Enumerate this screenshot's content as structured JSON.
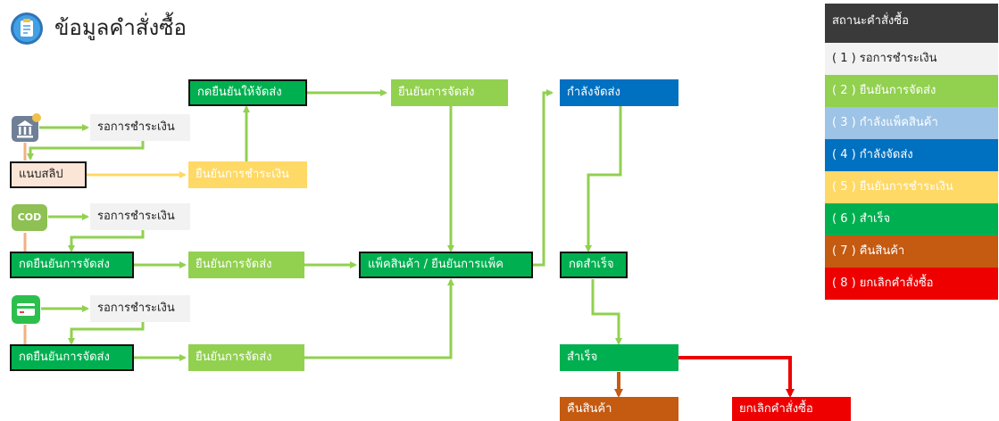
{
  "header": {
    "title": "ข้อมูลคำสั่งซื้อ",
    "icon": "clipboard-icon"
  },
  "sources": {
    "bank": "bank-transfer-icon",
    "cod": "COD",
    "card": "credit-card-icon"
  },
  "nodes": {
    "confirm_send_bank": "กดยืนยันให้จัดส่ง",
    "shipping_confirmed_top": "ยืนยันการจัดส่ง",
    "shipping_status": "กำลังจัดส่ง",
    "pending_payment_1": "รอการชำระเงิน",
    "attach_slip": "แนบสลิป",
    "payment_confirmed": "ยืนยันการชำระเงิน",
    "pending_payment_2": "รอการชำระเงิน",
    "confirm_ship_cod": "กดยืนยันการจัดส่ง",
    "shipping_confirmed_cod": "ยืนยันการจัดส่ง",
    "pack": "แพ็คสินค้า / ยืนยันการแพ็ค",
    "press_success": "กดสำเร็จ",
    "pending_payment_3": "รอการชำระเงิน",
    "confirm_ship_card": "กดยืนยันการจัดส่ง",
    "shipping_confirmed_card": "ยืนยันการจัดส่ง",
    "success": "สำเร็จ",
    "returned": "คืนสินค้า",
    "cancelled": "ยกเลิกคำสั่งซื้อ"
  },
  "legend": {
    "title": "สถานะคำสั่งซื้อ",
    "items": [
      {
        "label": "( 1 ) รอการชำระเงิน",
        "color": "#f2f2f2",
        "text_color": "#222222"
      },
      {
        "label": "( 2 ) ยืนยันการจัดส่ง",
        "color": "#92d050",
        "text_color": "#ffffff"
      },
      {
        "label": "( 3 ) กำลังแพ็คสินค้า",
        "color": "#9dc3e6",
        "text_color": "#ffffff"
      },
      {
        "label": "( 4 ) กำลังจัดส่ง",
        "color": "#0070c0",
        "text_color": "#ffffff"
      },
      {
        "label": "( 5 ) ยืนยันการชำระเงิน",
        "color": "#ffd966",
        "text_color": "#ffffff"
      },
      {
        "label": "( 6 ) สำเร็จ",
        "color": "#00b050",
        "text_color": "#ffffff"
      },
      {
        "label": "( 7 ) คืนสินค้า",
        "color": "#c55a11",
        "text_color": "#ffffff"
      },
      {
        "label": "( 8 ) ยกเลิกคำสั่งซื้อ",
        "color": "#ee0000",
        "text_color": "#ffffff"
      }
    ]
  },
  "colors": {
    "arrow_green": "#92d050",
    "arrow_yellow": "#ffd966",
    "arrow_tan": "#f4b183",
    "arrow_brown": "#c55a11",
    "arrow_red": "#ee0000"
  }
}
